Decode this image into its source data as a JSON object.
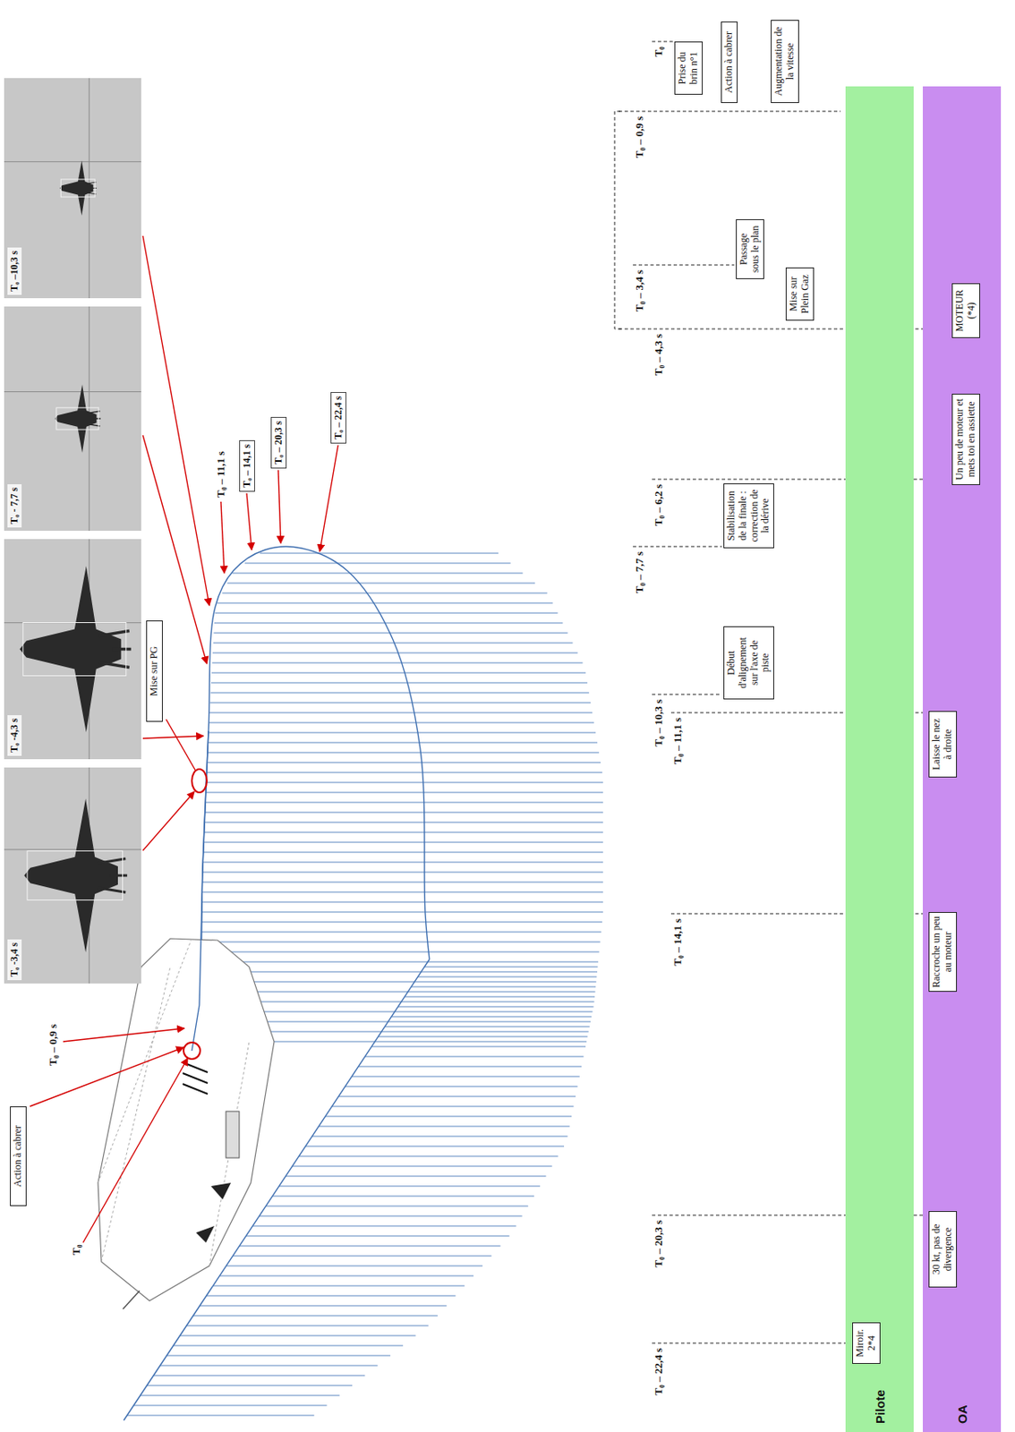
{
  "diagram": {
    "nodes": [
      {
        "text": [
          "T₀ –10,3 s"
        ]
      },
      {
        "text": [
          "T₀ - 7,7 s"
        ]
      },
      {
        "text": [
          "T₀ -4,3 s"
        ]
      },
      {
        "text": [
          "T₀ -3,4 s"
        ]
      },
      {
        "text": [
          "Mise sur PG"
        ]
      },
      {
        "text": [
          "Action à cabrer"
        ]
      },
      {
        "text": [
          "Pilote"
        ]
      },
      {
        "text": [
          "OA"
        ]
      },
      {
        "text": [
          "Miroir. 2*4"
        ],
        "in": 6
      },
      {
        "text": [
          "30 kt, pas de divergence"
        ],
        "in": 7
      },
      {
        "text": [
          "Raccroche un peu au moteur"
        ],
        "in": 7
      },
      {
        "text": [
          "Laisse le nez à droite"
        ],
        "in": 7
      },
      {
        "text": [
          "Début d'alignement sur l'axe de piste"
        ]
      },
      {
        "text": [
          "Stabilisation de la finale : correction de la dérive"
        ]
      },
      {
        "text": [
          "Un peu de moteur et mets toi en assiette"
        ],
        "in": 7
      },
      {
        "text": [
          "MOTEUR (*4)"
        ],
        "in": 7
      },
      {
        "text": [
          "Mise sur Plein Gaz"
        ]
      },
      {
        "text": [
          "Passage sous le plan"
        ]
      },
      {
        "text": [
          "Prise du brin n°1"
        ]
      },
      {
        "text": [
          "Action à cabrer"
        ]
      },
      {
        "text": [
          "Augmentation de la vitesse"
        ]
      },
      {
        "text": [
          "T₀ – 14,1 s"
        ]
      },
      {
        "text": [
          "T₀ – 20,3 s"
        ]
      },
      {
        "text": [
          "T₀ – 22,4 s"
        ]
      }
    ],
    "labels": [
      "T₀ – 11,1 s",
      "T₀ – 0,9 s",
      "T₀",
      "T₀",
      "T₀ – 0,9 s",
      "T₀ – 3,4 s",
      "T₀ – 4,3 s",
      "T₀ – 6,2 s",
      "T₀ – 7,7 s",
      "T₀ – 10,3 s",
      "T₀ – 11,1 s",
      "T₀ – 14,1 s",
      "T₀ – 20,3 s",
      "T₀ – 22,4 s"
    ]
  }
}
